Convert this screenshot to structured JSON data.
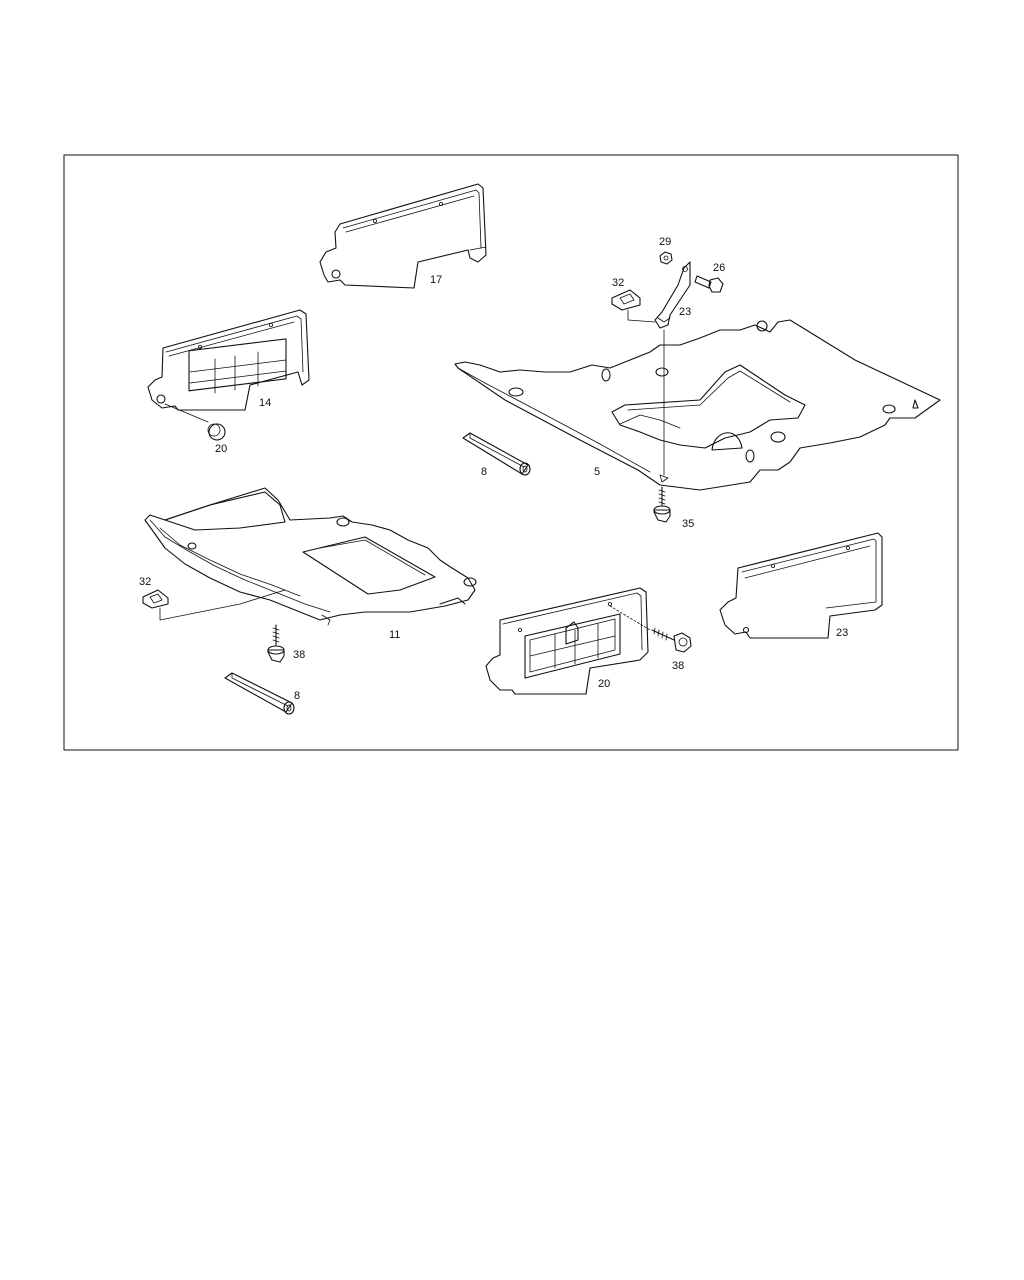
{
  "callouts": {
    "c17": "17",
    "c29": "29",
    "c26": "26",
    "c32a": "32",
    "c23a": "23",
    "c14": "14",
    "c20a": "20",
    "c8a": "8",
    "c5": "5",
    "c35": "35",
    "c32b": "32",
    "c11": "11",
    "c38a": "38",
    "c8b": "8",
    "c38b": "38",
    "c20b": "20",
    "c23b": "23"
  }
}
